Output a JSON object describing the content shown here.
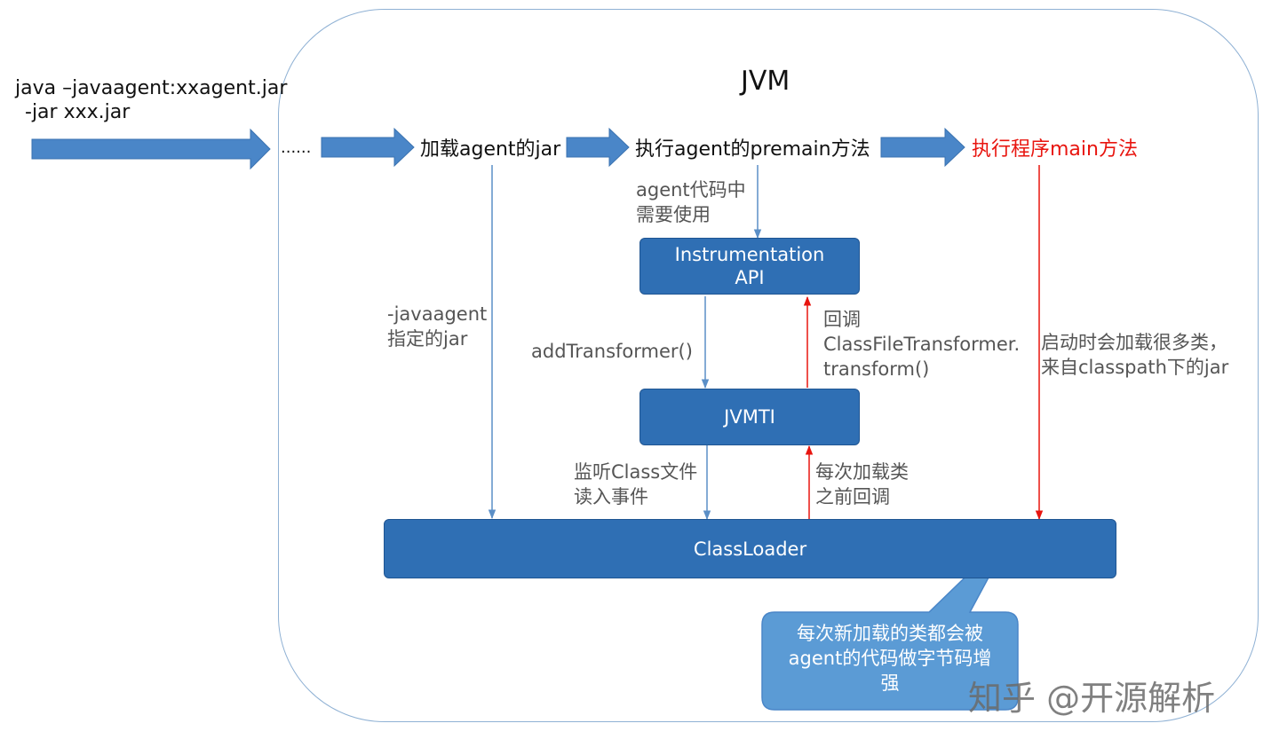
{
  "command": {
    "line1": "java –javaagent:xxagent.jar",
    "line2": "-jar xxx.jar"
  },
  "jvm_title": "JVM",
  "flow": {
    "ellipsis": "......",
    "step1": "加载agent的jar",
    "step2": "执行agent的premain方法",
    "step3": "执行程序main方法"
  },
  "labels": {
    "agent_code": [
      "agent代码中",
      "需要使用"
    ],
    "javaagent_jar": [
      "-javaagent",
      "指定的jar"
    ],
    "add_transformer": "addTransformer()",
    "callback": [
      "回调",
      "ClassFileTransformer.",
      "transform()"
    ],
    "startup_load": [
      "启动时会加载很多类，",
      "来自classpath下的jar"
    ],
    "listen_class": [
      "监听Class文件",
      "读入事件"
    ],
    "before_load": [
      "每次加载类",
      "之前回调"
    ]
  },
  "boxes": {
    "instrumentation": [
      "Instrumentation",
      "API"
    ],
    "jvmti": "JVMTI",
    "classloader": "ClassLoader"
  },
  "callout": [
    "每次新加载的类都会被",
    "agent的代码做字节码增",
    "强"
  ],
  "watermark": "知乎 @开源解析",
  "colors": {
    "box_fill": "#2f6fb4",
    "arrow_blue": "#4a86c8",
    "line_blue": "#5b8fc7",
    "red": "#e8150f",
    "callout": "#5b9bd5"
  }
}
